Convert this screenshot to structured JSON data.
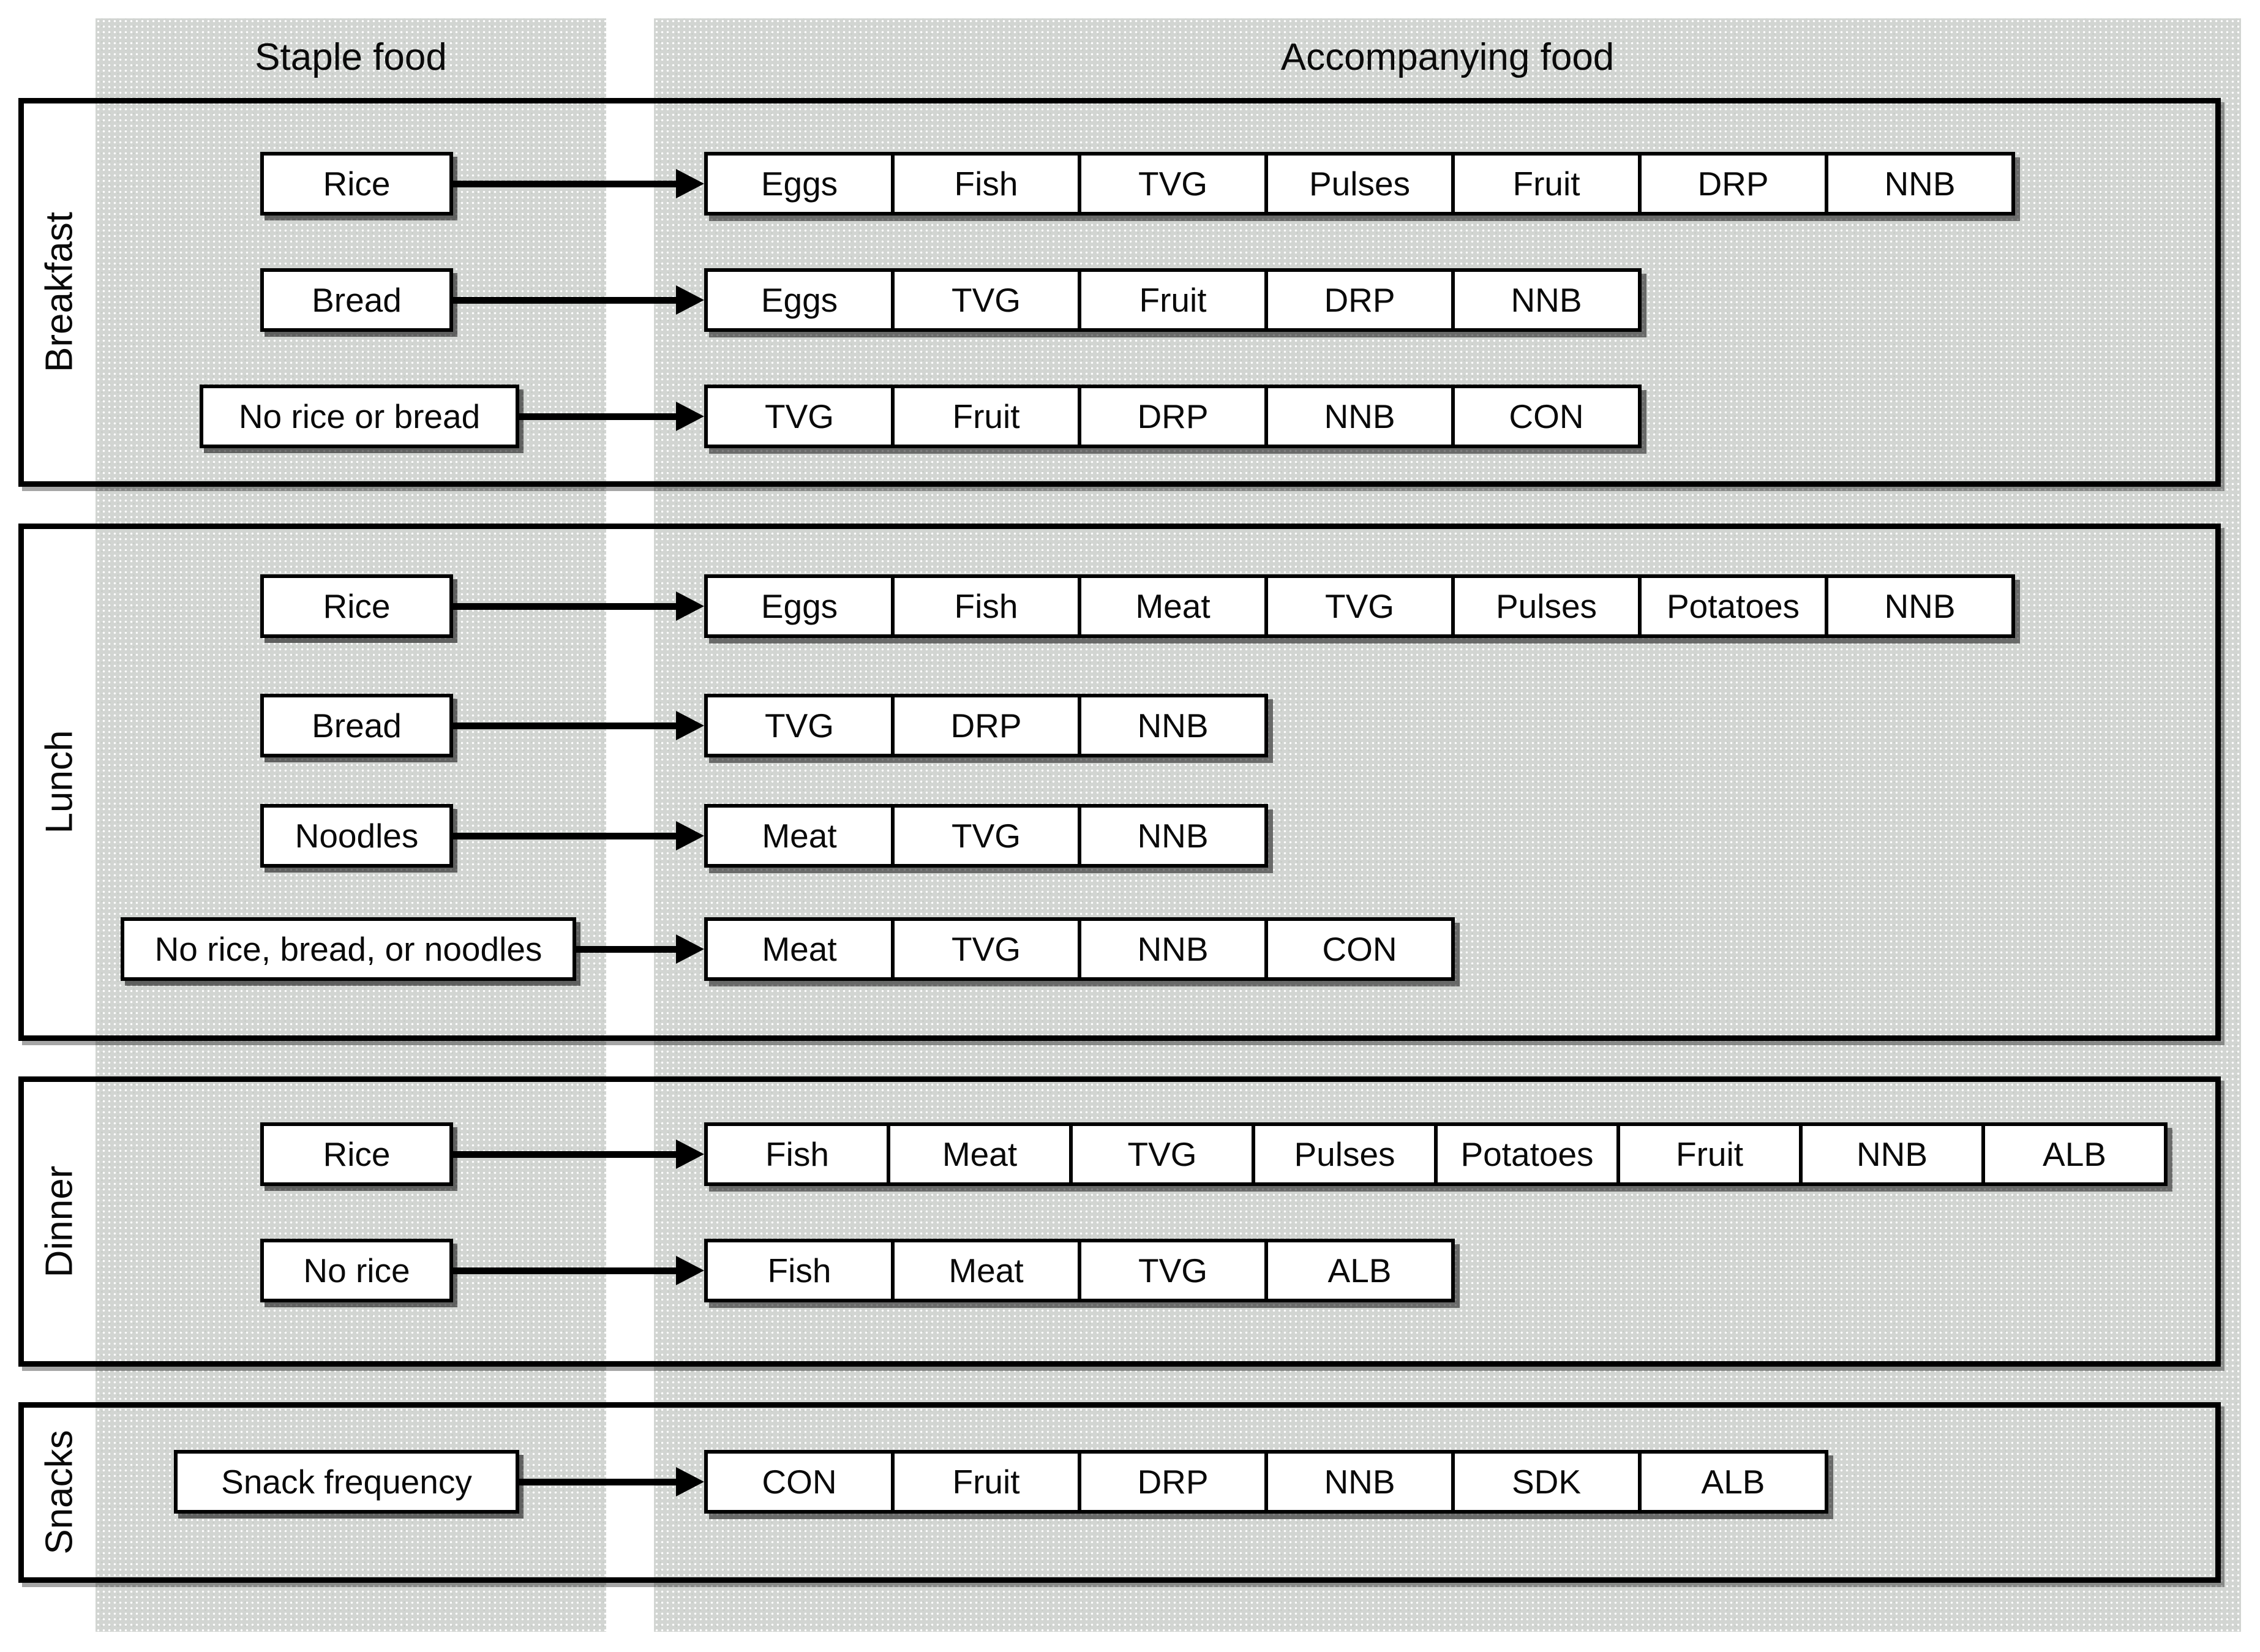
{
  "headers": {
    "staple": "Staple food",
    "accompanying": "Accompanying food"
  },
  "sections": [
    {
      "label": "Breakfast",
      "rows": [
        {
          "staple": "Rice",
          "items": [
            "Eggs",
            "Fish",
            "TVG",
            "Pulses",
            "Fruit",
            "DRP",
            "NNB"
          ]
        },
        {
          "staple": "Bread",
          "items": [
            "Eggs",
            "TVG",
            "Fruit",
            "DRP",
            "NNB"
          ]
        },
        {
          "staple": "No rice or bread",
          "items": [
            "TVG",
            "Fruit",
            "DRP",
            "NNB",
            "CON"
          ]
        }
      ]
    },
    {
      "label": "Lunch",
      "rows": [
        {
          "staple": "Rice",
          "items": [
            "Eggs",
            "Fish",
            "Meat",
            "TVG",
            "Pulses",
            "Potatoes",
            "NNB"
          ]
        },
        {
          "staple": "Bread",
          "items": [
            "TVG",
            "DRP",
            "NNB"
          ]
        },
        {
          "staple": "Noodles",
          "items": [
            "Meat",
            "TVG",
            "NNB"
          ]
        },
        {
          "staple": "No rice, bread, or noodles",
          "items": [
            "Meat",
            "TVG",
            "NNB",
            "CON"
          ]
        }
      ]
    },
    {
      "label": "Dinner",
      "rows": [
        {
          "staple": "Rice",
          "items": [
            "Fish",
            "Meat",
            "TVG",
            "Pulses",
            "Potatoes",
            "Fruit",
            "NNB",
            "ALB"
          ]
        },
        {
          "staple": "No rice",
          "items": [
            "Fish",
            "Meat",
            "TVG",
            "ALB"
          ]
        }
      ]
    },
    {
      "label": "Snacks",
      "rows": [
        {
          "staple": "Snack frequency",
          "items": [
            "CON",
            "Fruit",
            "DRP",
            "NNB",
            "SDK",
            "ALB"
          ]
        }
      ]
    }
  ],
  "colors": {
    "band_grey": "#d2d5d2",
    "line_black": "#000000",
    "box_white": "#ffffff"
  }
}
